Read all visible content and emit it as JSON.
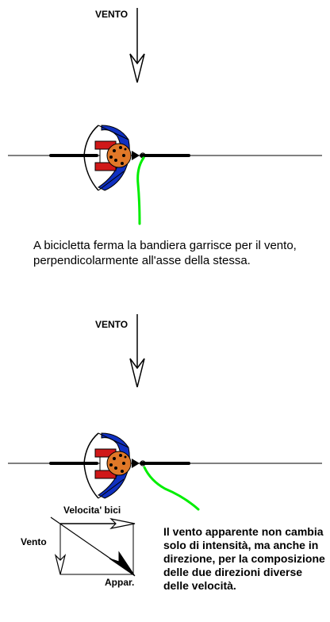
{
  "top": {
    "wind_label": "VENTO",
    "caption": "A bicicletta ferma la bandiera garrisce per il vento, perpendicolarmente all'asse della stessa."
  },
  "bottom": {
    "wind_label": "VENTO",
    "vector_labels": {
      "bike_speed": "Velocita' bici",
      "wind": "Vento",
      "apparent": "Appar."
    },
    "caption": "Il vento apparente non cambia solo di intensità, ma anche in direzione, per la composizione delle due direzioni diverse delle velocità."
  },
  "colors": {
    "flag": "#00ee00",
    "jacket": "#1030c0",
    "arms": "#d01818",
    "head": "#e07828"
  }
}
